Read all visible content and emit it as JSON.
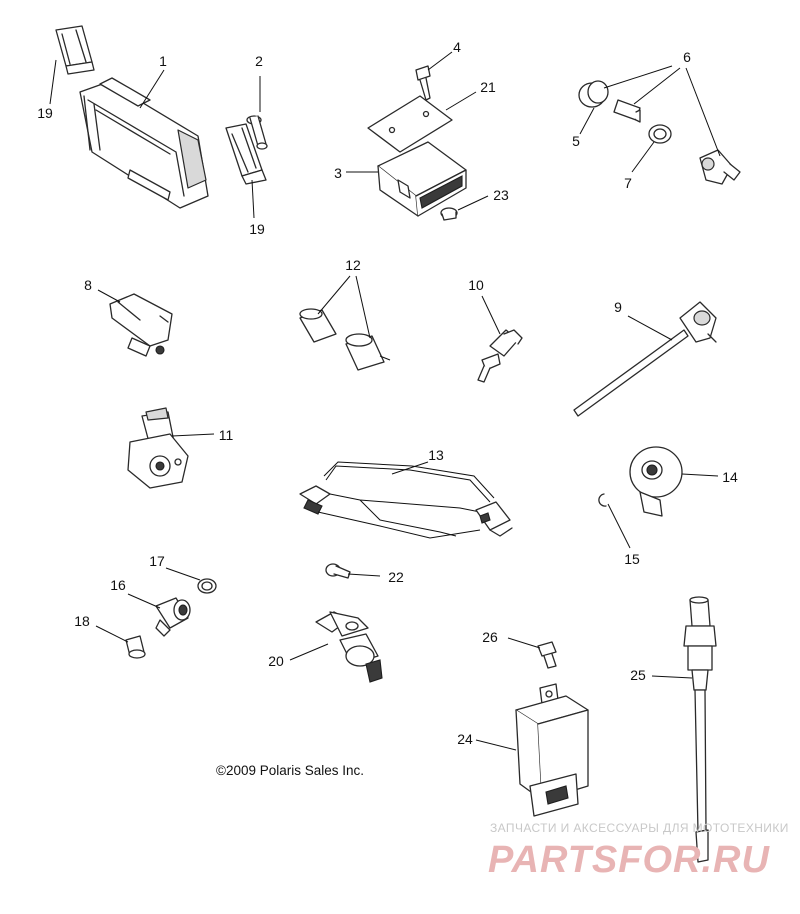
{
  "callouts": {
    "c1": "1",
    "c2": "2",
    "c3": "3",
    "c4": "4",
    "c5": "5",
    "c6": "6",
    "c7": "7",
    "c8": "8",
    "c9": "9",
    "c10": "10",
    "c11": "11",
    "c12": "12",
    "c13": "13",
    "c14": "14",
    "c15": "15",
    "c16": "16",
    "c17": "17",
    "c18": "18",
    "c19a": "19",
    "c19b": "19",
    "c20": "20",
    "c21": "21",
    "c22": "22",
    "c23": "23",
    "c24": "24",
    "c25": "25",
    "c26": "26"
  },
  "copyright": "©2009 Polaris Sales Inc.",
  "watermark": {
    "subtitle": "ЗАПЧАСТИ И АКСЕССУАРЫ ДЛЯ МОТОТЕХНИКИ",
    "brand": "PARTSFOR.RU"
  }
}
